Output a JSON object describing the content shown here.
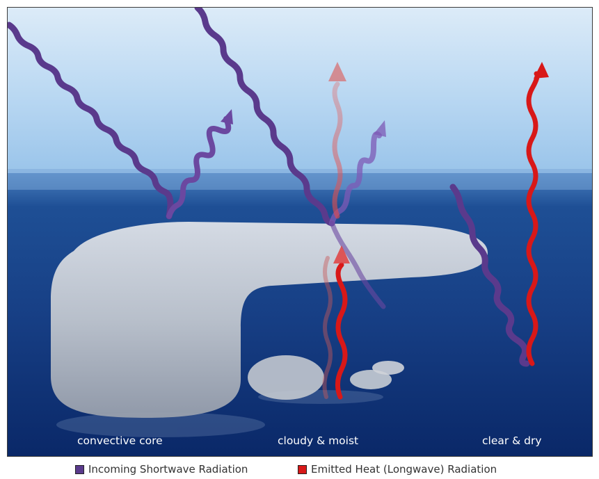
{
  "labels": {
    "convective_core": "convective core",
    "cloudy_moist": "cloudy & moist",
    "clear_dry": "clear & dry"
  },
  "legend": {
    "shortwave": {
      "label": "Incoming Shortwave Radiation",
      "color": "#5a3a8c"
    },
    "longwave": {
      "label": "Emitted Heat (Longwave) Radiation",
      "color": "#d81818"
    }
  },
  "colors": {
    "sky_top": "#dcebf8",
    "sky_mid": "#a7cdee",
    "ocean_top": "#3e74b4",
    "ocean_deep": "#0c2e72",
    "cloud": "#c9cdd3"
  }
}
